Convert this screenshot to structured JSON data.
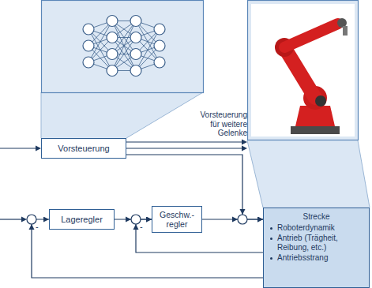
{
  "diagram": {
    "nodes": [
      {
        "text": [
          "Vorsteuerung"
        ]
      },
      {
        "text": [
          "Lageregler"
        ]
      },
      {
        "text": [
          "Geschw.-regler"
        ]
      },
      {
        "text": [
          "Strecke",
          "Roboterdynamik",
          "Antrieb (Trägheit, Reibung, etc.)",
          "Antriebsstrang"
        ]
      }
    ],
    "edges": [
      {
        "from": 0,
        "to": 3,
        "arrow": "to"
      },
      {
        "from": 1,
        "to": 2,
        "arrow": "to"
      },
      {
        "from": 2,
        "to": 3,
        "arrow": "to"
      },
      {
        "from": 3,
        "to": 2,
        "arrow": "to"
      },
      {
        "from": 3,
        "to": 1,
        "arrow": "to"
      }
    ],
    "labels": [
      "Vorsteuerung für weitere Gelenke",
      "-",
      "-"
    ]
  }
}
